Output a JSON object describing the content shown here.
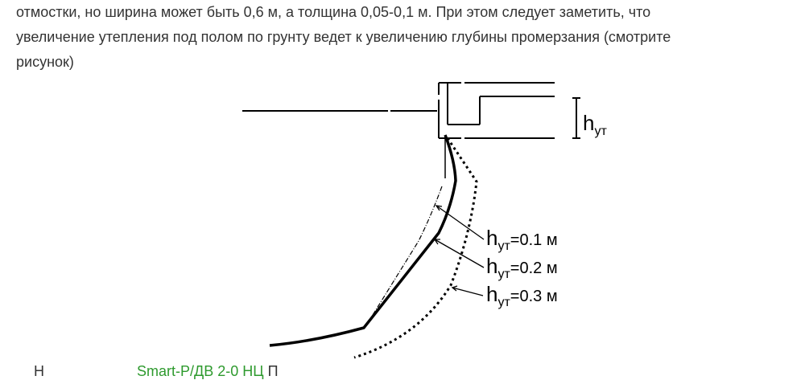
{
  "paragraph": {
    "lines": [
      "отмостки, но ширина может быть 0,6 м, а толщина 0,05-0,1 м. При этом следует заметить, что",
      "увеличение утепления под полом по грунту ведет к увеличению глубины промерзания (смотрите",
      "рисунок)"
    ]
  },
  "figure": {
    "dimension_label": "h",
    "dimension_sub": "ут",
    "curves": [
      {
        "label": "h",
        "sub": "ут",
        "value": "=0.1 м"
      },
      {
        "label": "h",
        "sub": "ут",
        "value": "=0.2 м"
      },
      {
        "label": "h",
        "sub": "ут",
        "value": "=0.3 м"
      }
    ]
  },
  "clipped_line": {
    "prefix": "Н",
    "link": "Smart-Р/ДВ 2-0 НЦ",
    "suffix": "П"
  }
}
